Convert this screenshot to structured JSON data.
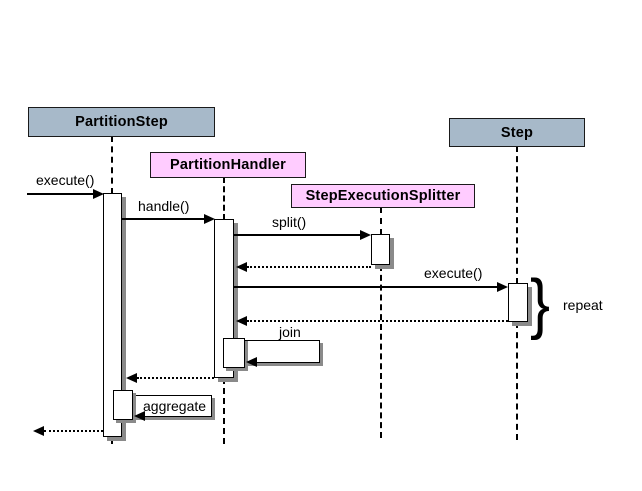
{
  "actors": {
    "partition_step": {
      "name": "PartitionStep",
      "fill": "#a7b9c9"
    },
    "partition_handler": {
      "name": "PartitionHandler",
      "fill": "#ffccff"
    },
    "step_execution_splitter": {
      "name": "StepExecutionSplitter",
      "fill": "#ffccff"
    },
    "step": {
      "name": "Step",
      "fill": "#a7b9c9"
    }
  },
  "messages": {
    "execute1": {
      "label": "execute()"
    },
    "handle": {
      "label": "handle()"
    },
    "split": {
      "label": "split()"
    },
    "execute2": {
      "label": "execute()"
    },
    "join": {
      "label": "join"
    },
    "aggregate": {
      "label": "aggregate"
    }
  },
  "annotation": {
    "repeat_label": "repeat",
    "brace_glyph": "}"
  },
  "colors": {
    "actor_blue": "#a7b9c9",
    "actor_pink": "#ffccff",
    "stroke": "#000000",
    "shadow": "#8a8a8a",
    "background": "#ffffff"
  }
}
